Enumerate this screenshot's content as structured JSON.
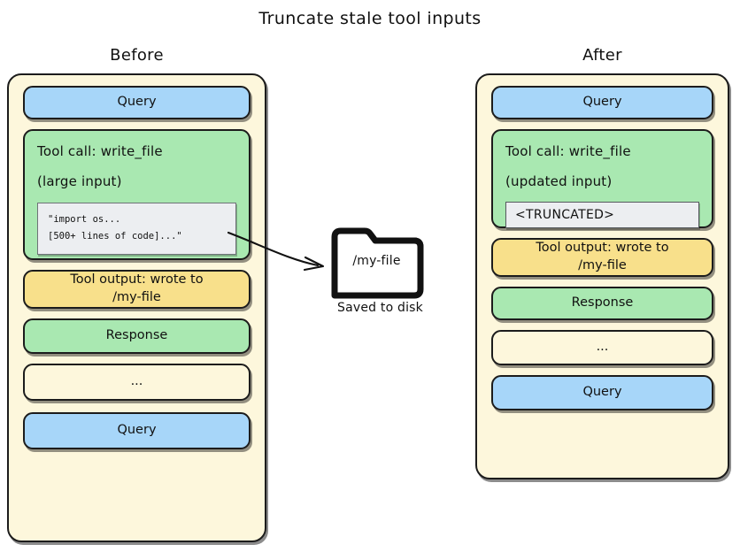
{
  "title": "Truncate stale tool inputs",
  "colors": {
    "panel_bg": "#fdf7dc",
    "query": "#a7d6f9",
    "tool_call": "#a9e8b1",
    "tool_output": "#f8e08b",
    "response": "#a9e8b1",
    "code_bg": "#eceef1",
    "outline": "#1c1c1c"
  },
  "columns": {
    "before": {
      "heading": "Before",
      "blocks": [
        {
          "kind": "query",
          "label": "Query"
        },
        {
          "kind": "tool_call",
          "line1": "Tool call: write_file",
          "line2": "(large input)",
          "code": [
            "\"import os...",
            "[500+ lines of code]...\""
          ]
        },
        {
          "kind": "tool_output",
          "line1": "Tool output: wrote to",
          "line2": "/my-file"
        },
        {
          "kind": "response",
          "label": "Response"
        },
        {
          "kind": "ellipsis",
          "label": "..."
        },
        {
          "kind": "query",
          "label": "Query"
        }
      ]
    },
    "after": {
      "heading": "After",
      "blocks": [
        {
          "kind": "query",
          "label": "Query"
        },
        {
          "kind": "tool_call",
          "line1": "Tool call: write_file",
          "line2": "(updated input)",
          "truncated": "<TRUNCATED>"
        },
        {
          "kind": "tool_output",
          "line1": "Tool output: wrote to",
          "line2": "/my-file"
        },
        {
          "kind": "response",
          "label": "Response"
        },
        {
          "kind": "ellipsis",
          "label": "..."
        },
        {
          "kind": "query",
          "label": "Query"
        }
      ]
    }
  },
  "folder": {
    "icon": "folder-icon",
    "name": "/my-file",
    "caption": "Saved to disk"
  },
  "arrow": {
    "icon": "curved-arrow-icon",
    "from": "before-tool-call-code",
    "to": "folder-icon"
  }
}
